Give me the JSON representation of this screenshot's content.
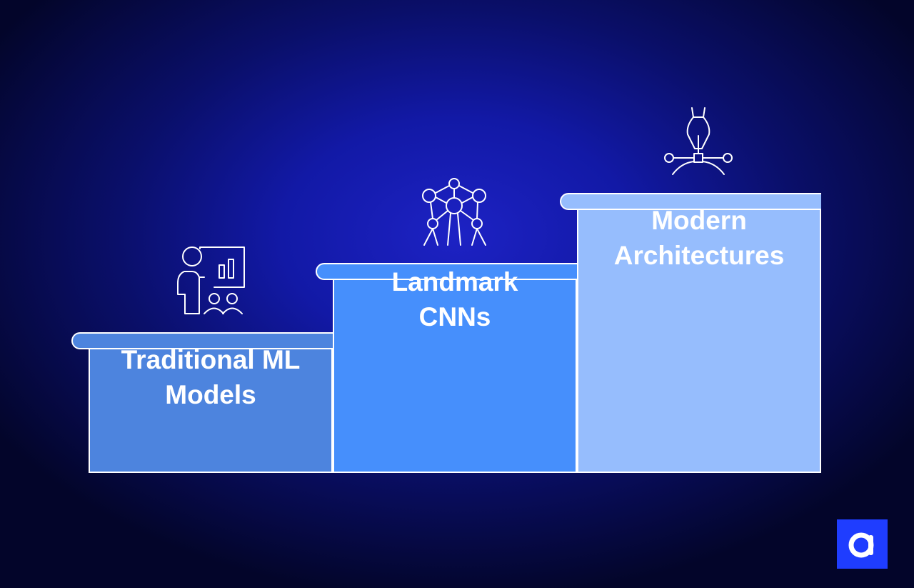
{
  "steps": [
    {
      "line1": "Traditional ML",
      "line2": "Models",
      "color": "#4d84de",
      "icon": "presentation-icon"
    },
    {
      "line1": "Landmark",
      "line2": "CNNs",
      "color": "#468ffc",
      "icon": "network-icon"
    },
    {
      "line1": "Modern",
      "line2": "Architectures",
      "color": "#96bdfd",
      "icon": "pen-tool-icon"
    }
  ],
  "logo": {
    "letter": "a",
    "color": "#1f3dff"
  }
}
